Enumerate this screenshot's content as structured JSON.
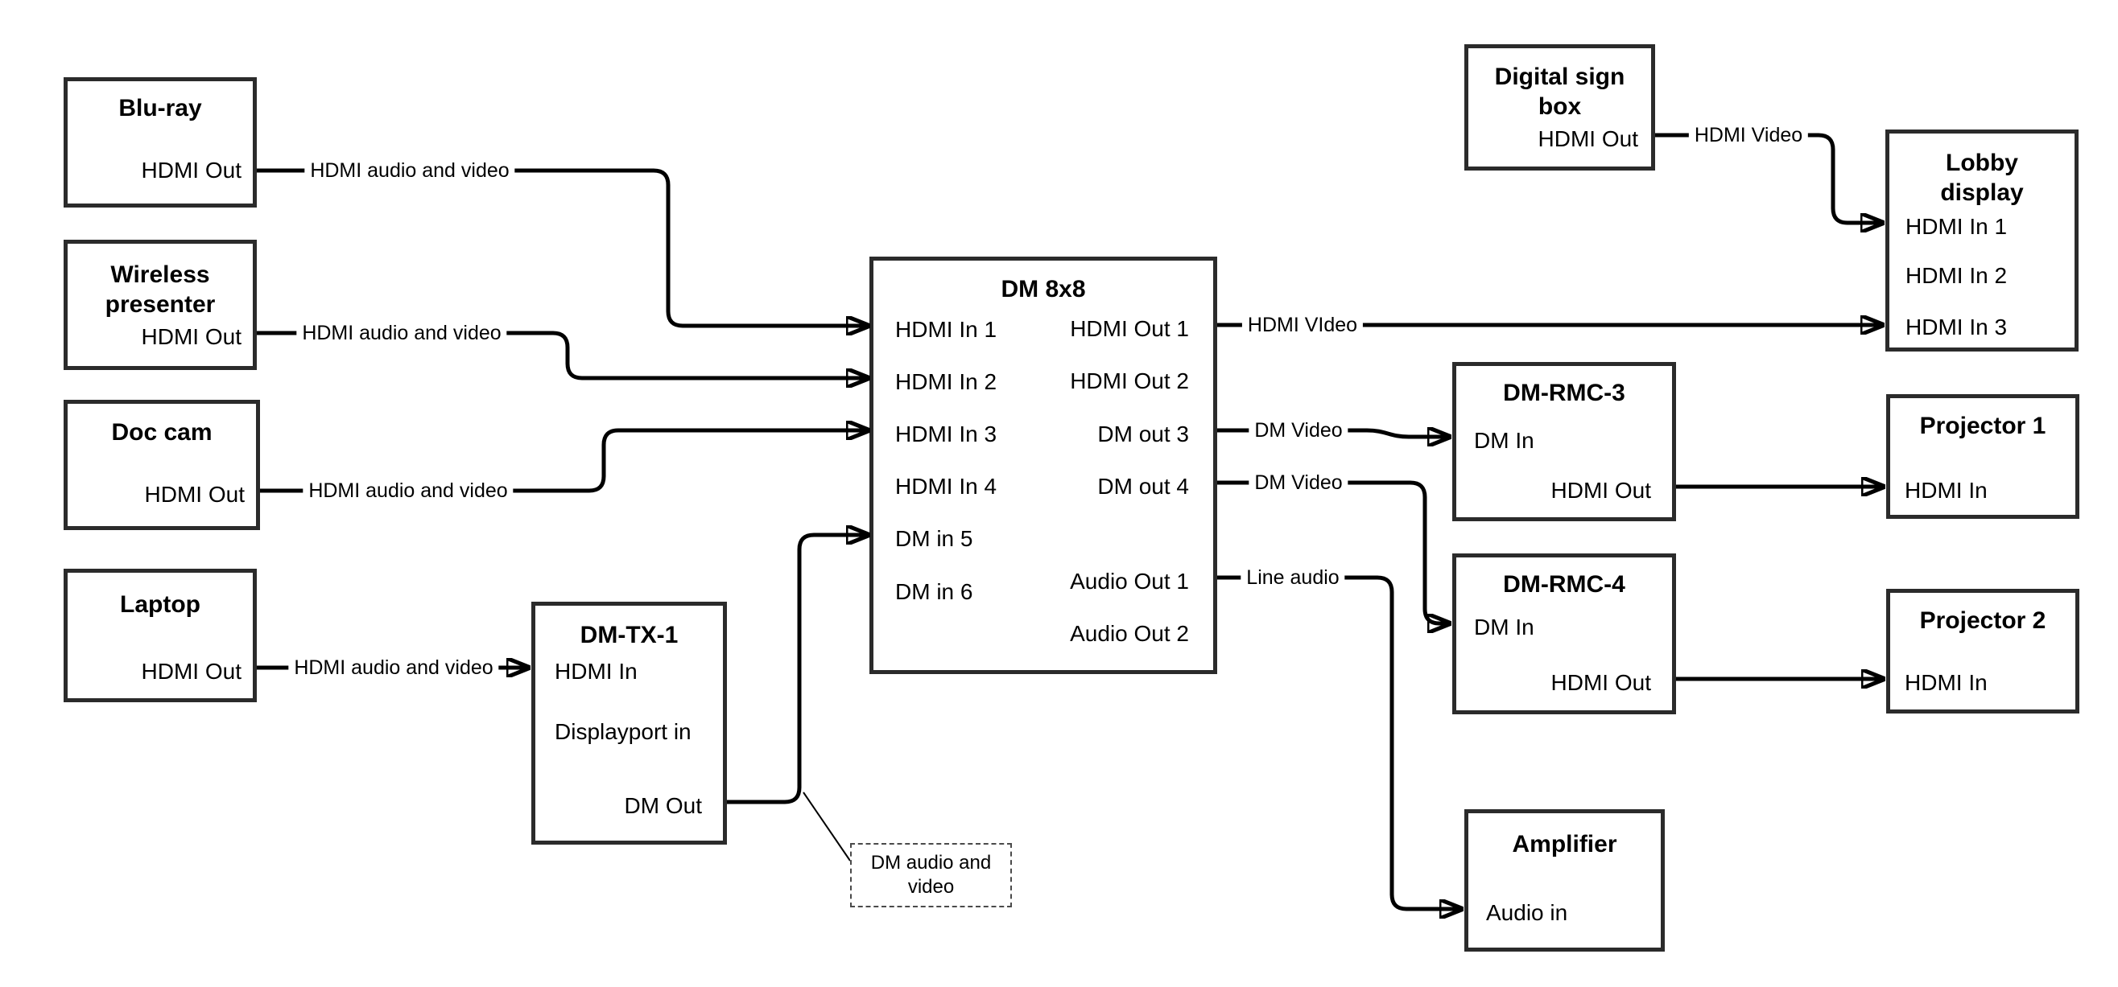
{
  "diagram": {
    "nodes": {
      "bluray": {
        "title": "Blu-ray",
        "ports": {
          "hdmi_out": "HDMI Out"
        }
      },
      "wireless_presenter": {
        "title": "Wireless presenter",
        "ports": {
          "hdmi_out": "HDMI Out"
        }
      },
      "doc_cam": {
        "title": "Doc cam",
        "ports": {
          "hdmi_out": "HDMI Out"
        }
      },
      "laptop": {
        "title": "Laptop",
        "ports": {
          "hdmi_out": "HDMI Out"
        }
      },
      "dm_tx_1": {
        "title": "DM-TX-1",
        "ports": {
          "hdmi_in": "HDMI In",
          "displayport_in": "Displayport in",
          "dm_out": "DM Out"
        }
      },
      "dm_8x8": {
        "title": "DM 8x8",
        "ports": {
          "hdmi_in_1": "HDMI In 1",
          "hdmi_in_2": "HDMI In 2",
          "hdmi_in_3": "HDMI In 3",
          "hdmi_in_4": "HDMI In 4",
          "dm_in_5": "DM in 5",
          "dm_in_6": "DM in 6",
          "hdmi_out_1": "HDMI Out 1",
          "hdmi_out_2": "HDMI Out 2",
          "dm_out_3": "DM out 3",
          "dm_out_4": "DM out 4",
          "audio_out_1": "Audio Out 1",
          "audio_out_2": "Audio Out 2"
        }
      },
      "digital_sign_box": {
        "title": "Digital sign box",
        "ports": {
          "hdmi_out": "HDMI Out"
        }
      },
      "lobby_display": {
        "title": "Lobby display",
        "ports": {
          "hdmi_in_1": "HDMI In 1",
          "hdmi_in_2": "HDMI In 2",
          "hdmi_in_3": "HDMI In 3"
        }
      },
      "dm_rmc_3": {
        "title": "DM-RMC-3",
        "ports": {
          "dm_in": "DM In",
          "hdmi_out": "HDMI Out"
        }
      },
      "projector_1": {
        "title": "Projector 1",
        "ports": {
          "hdmi_in": "HDMI In"
        }
      },
      "dm_rmc_4": {
        "title": "DM-RMC-4",
        "ports": {
          "dm_in": "DM In",
          "hdmi_out": "HDMI Out"
        }
      },
      "projector_2": {
        "title": "Projector 2",
        "ports": {
          "hdmi_in": "HDMI In"
        }
      },
      "amplifier": {
        "title": "Amplifier",
        "ports": {
          "audio_in": "Audio in"
        }
      }
    },
    "edge_labels": {
      "bluray_to_dm8x8": "HDMI audio and video",
      "wireless_to_dm8x8": "HDMI audio and video",
      "doccam_to_dm8x8": "HDMI audio and video",
      "laptop_to_dmtx1": "HDMI audio and video",
      "hdmi_out_1_to_lobby": "HDMI VIdeo",
      "dm_out_3_to_rmc3": "DM Video",
      "dm_out_4_to_rmc4": "DM Video",
      "audio_out_1_to_amp": "Line audio",
      "signbox_to_lobby": "HDMI Video"
    },
    "annotation": {
      "dm_audio_video_note": "DM audio and video"
    },
    "colors": {
      "wire": "#000000",
      "box_border": "#2b2b2b",
      "text": "#000000",
      "background": "#ffffff"
    }
  }
}
